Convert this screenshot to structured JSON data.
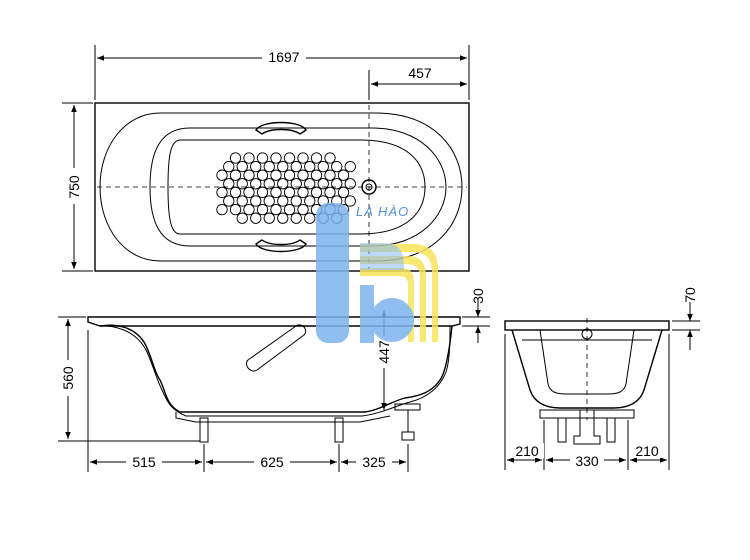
{
  "dimensions": {
    "overall_length": "1697",
    "drain_offset": "457",
    "overall_width": "750",
    "rim_thickness_front": "30",
    "inner_depth": "447",
    "overall_height": "560",
    "foot_left_offset": "515",
    "foot_spacing": "625",
    "foot_right_offset": "325",
    "rim_thickness_side": "70",
    "side_left": "210",
    "side_center": "330",
    "side_right": "210"
  },
  "watermark": {
    "text": "LA HÀO",
    "colors": {
      "blue": "#7eb3ee",
      "yellow": "#f7e35a"
    }
  }
}
